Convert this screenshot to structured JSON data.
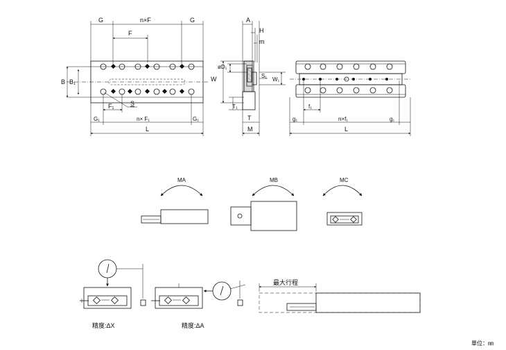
{
  "top_view": {
    "dims_top": [
      "G",
      "n×F",
      "G",
      "F"
    ],
    "dims_left": [
      "B",
      "B₁"
    ],
    "label_s": "S",
    "dims_bottom": [
      "F₁",
      "G₁",
      "n× F₁",
      "G₁",
      "L"
    ],
    "label_w": "W"
  },
  "side_view": {
    "labels": [
      "A",
      "H",
      "m",
      "øD₁",
      "S₁",
      "W₁",
      "T₁",
      "T",
      "M"
    ]
  },
  "right_view": {
    "dims": [
      "f₁",
      "g₁",
      "n×f₁",
      "g₁",
      "L"
    ]
  },
  "moments": {
    "ma": "MA",
    "mb": "MB",
    "mc": "MC"
  },
  "accuracy": {
    "label_x": "精度:ΔX",
    "label_a": "精度:ΔA",
    "max_stroke": "最大行程"
  },
  "unit_note": "單位：㎜"
}
